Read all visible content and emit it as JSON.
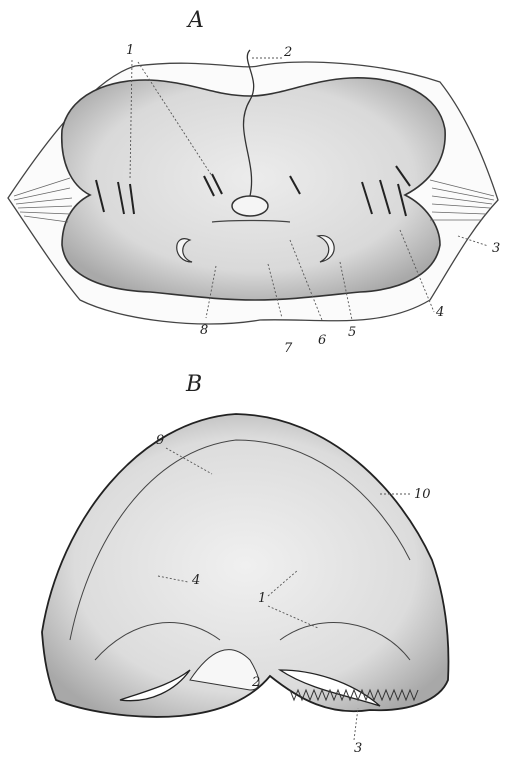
{
  "panels": {
    "a": {
      "title": "A",
      "labels": {
        "l1": "1",
        "l2": "2",
        "l3": "3",
        "l4": "4",
        "l5": "5",
        "l6": "6",
        "l7": "7",
        "l8": "8"
      }
    },
    "b": {
      "title": "B",
      "labels": {
        "l9": "9",
        "l10": "10",
        "l4": "4",
        "l1": "1",
        "l2": "2",
        "l3": "3"
      }
    }
  },
  "colors": {
    "ink": "#2a2a2a",
    "fill": "#d8d8d8",
    "paper": "#ffffff"
  }
}
